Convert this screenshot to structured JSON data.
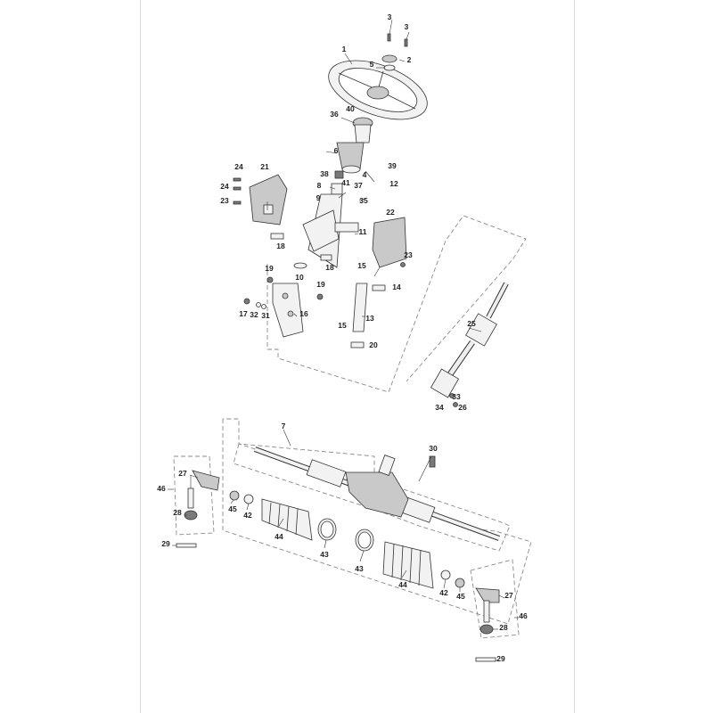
{
  "diagram": {
    "callouts": [
      "1",
      "2",
      "3",
      "3",
      "4",
      "5",
      "6",
      "7",
      "8",
      "9",
      "10",
      "11",
      "12",
      "13",
      "14",
      "15",
      "15",
      "16",
      "17",
      "18",
      "18",
      "19",
      "19",
      "20",
      "21",
      "22",
      "23",
      "23",
      "24",
      "24",
      "25",
      "26",
      "27",
      "27",
      "28",
      "28",
      "29",
      "29",
      "30",
      "31",
      "32",
      "33",
      "34",
      "35",
      "36",
      "37",
      "38",
      "39",
      "40",
      "41",
      "42",
      "42",
      "43",
      "43",
      "44",
      "44",
      "45",
      "45",
      "46",
      "46"
    ]
  }
}
